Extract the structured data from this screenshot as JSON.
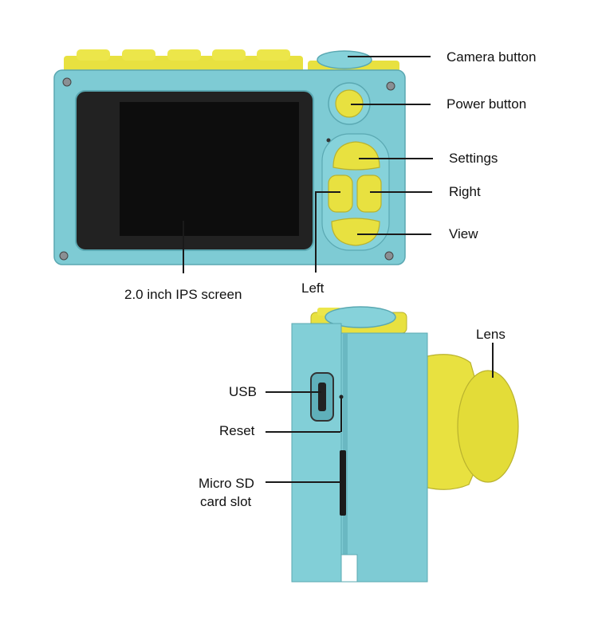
{
  "colors": {
    "body_blue": "#7ecbd4",
    "body_blue_dark": "#5aa8b2",
    "accent_yellow": "#e8e140",
    "screen_black": "#111111"
  },
  "labels": {
    "camera_button": "Camera button",
    "power_button": "Power button",
    "settings": "Settings",
    "right": "Right",
    "view": "View",
    "left": "Left",
    "screen": "2.0 inch IPS screen",
    "lens": "Lens",
    "usb": "USB",
    "reset": "Reset",
    "micro_sd_line1": "Micro SD",
    "micro_sd_line2": "card slot"
  }
}
